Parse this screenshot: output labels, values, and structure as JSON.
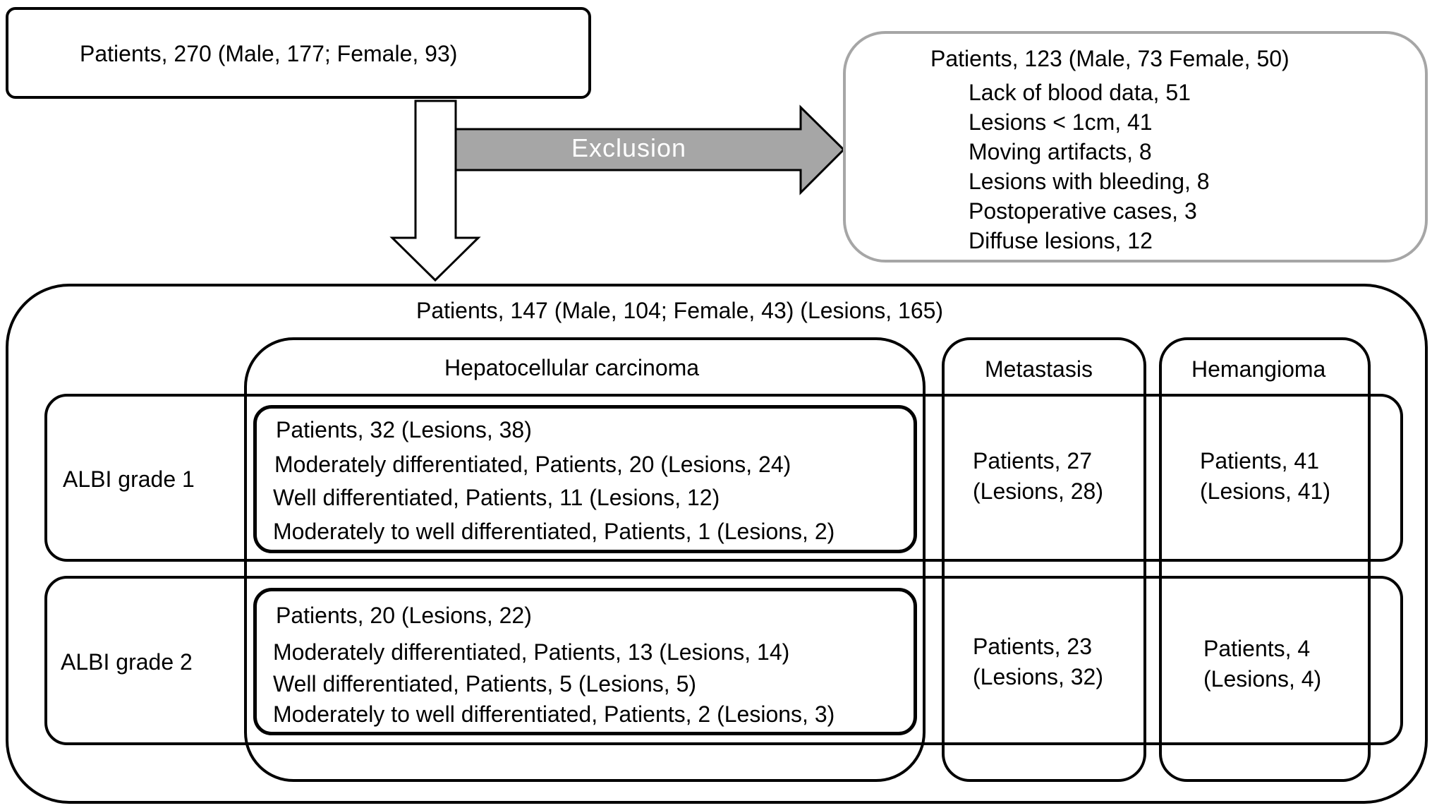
{
  "top_box": {
    "text": "Patients, 270 (Male, 177; Female, 93)"
  },
  "exclusion": {
    "arrow_label": "Exclusion",
    "title": "Patients, 123 (Male, 73 Female, 50)",
    "items": [
      "Lack of blood data, 51",
      "Lesions < 1cm, 41",
      "Moving artifacts, 8",
      "Lesions with bleeding, 8",
      "Postoperative cases, 3",
      "Diffuse lesions, 12"
    ]
  },
  "final_box": {
    "title": "Patients, 147 (Male, 104; Female, 43) (Lesions, 165)",
    "columns": {
      "hcc": "Hepatocellular carcinoma",
      "metastasis": "Metastasis",
      "hemangioma": "Hemangioma"
    },
    "rows": [
      {
        "label": "ALBI grade 1",
        "hcc_lines": [
          "Patients, 32 (Lesions, 38)",
          "Moderately differentiated, Patients, 20 (Lesions, 24)",
          "Well differentiated, Patients, 11 (Lesions, 12)",
          "Moderately to well differentiated, Patients, 1 (Lesions, 2)"
        ],
        "metastasis": [
          "Patients, 27",
          "(Lesions, 28)"
        ],
        "hemangioma": [
          "Patients, 41",
          "(Lesions, 41)"
        ]
      },
      {
        "label": "ALBI grade 2",
        "hcc_lines": [
          "Patients, 20 (Lesions, 22)",
          "Moderately differentiated, Patients, 13 (Lesions, 14)",
          "Well differentiated, Patients, 5 (Lesions, 5)",
          "Moderately to well differentiated, Patients, 2 (Lesions, 3)"
        ],
        "metastasis": [
          "Patients, 23",
          "(Lesions, 32)"
        ],
        "hemangioma": [
          "Patients, 4",
          "(Lesions, 4)"
        ]
      }
    ]
  },
  "colors": {
    "border": "#000000",
    "exclusion_border": "#a6a6a6",
    "exclusion_arrow": "#a6a6a6",
    "exclusion_label": "#ffffff"
  }
}
